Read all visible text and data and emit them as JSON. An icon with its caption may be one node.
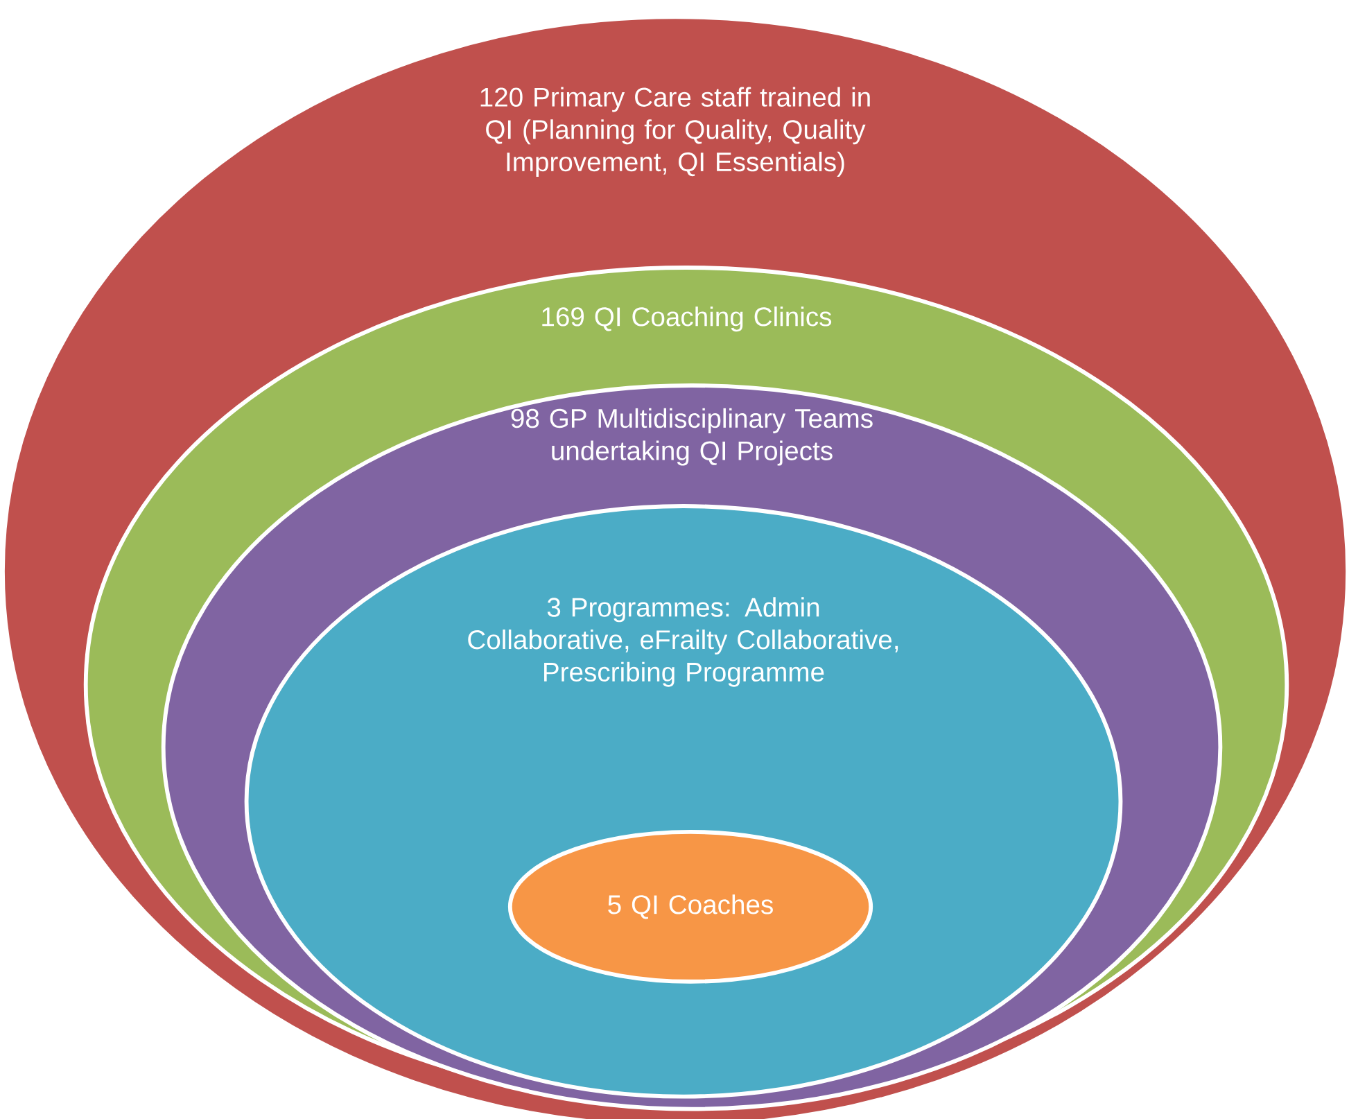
{
  "diagram": {
    "nodes": [
      {
        "text": [
          "120 Primary Care staff trained in QI (Planning for Quality, Quality Improvement, QI Essentials)"
        ]
      },
      {
        "text": [
          "169 QI Coaching Clinics"
        ],
        "in": 0
      },
      {
        "text": [
          "98 GP Multidisciplinary Teams undertaking QI Projects"
        ],
        "in": 1
      },
      {
        "text": [
          "3 Programmes: Admin Collaborative, eFrailty Collaborative, Prescribing Programme"
        ],
        "in": 2
      },
      {
        "text": [
          "5 QI Coaches"
        ],
        "in": 3
      }
    ]
  }
}
